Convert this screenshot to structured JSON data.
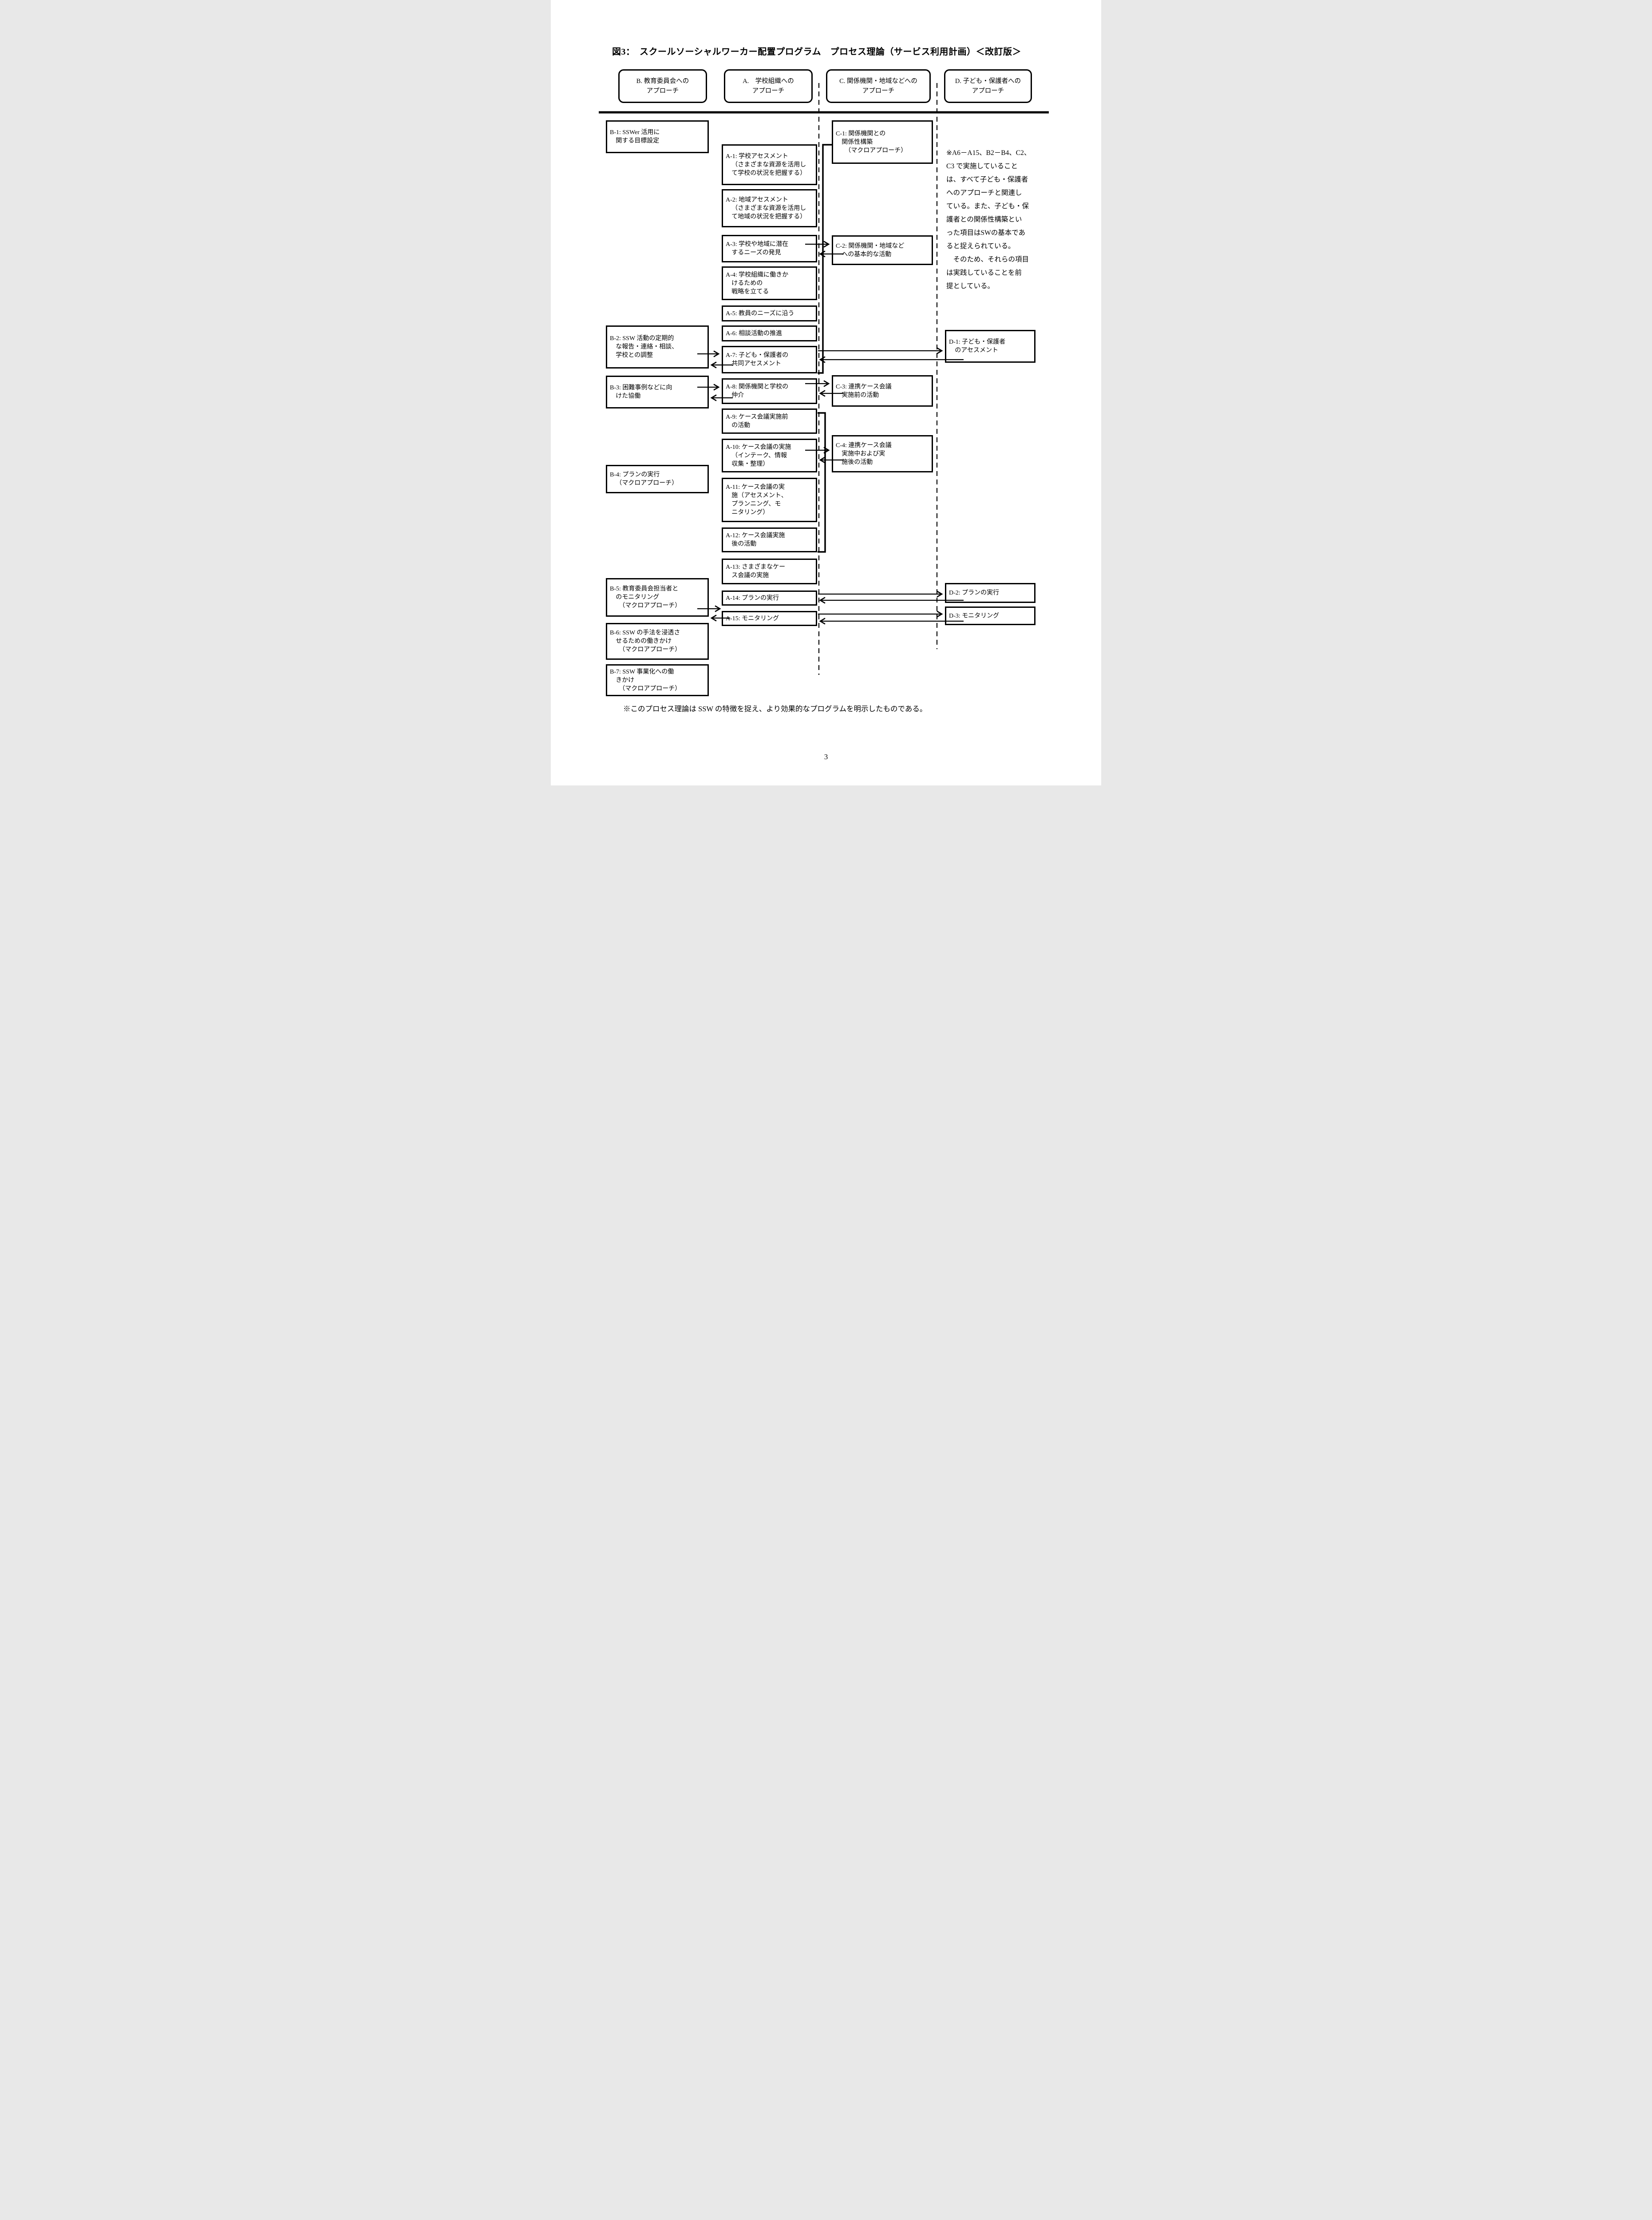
{
  "page": {
    "title": "図3：　スクールソーシャルワーカー配置プログラム　プロセス理論（サービス利用計画）＜改訂版＞",
    "footnote": "※このプロセス理論は SSW の特徴を捉え、より効果的なプログラムを明示したものである。",
    "page_number": "3"
  },
  "headers": {
    "b": {
      "line1": "B. 教育委員会への",
      "line2": "アプローチ"
    },
    "a": {
      "line1": "A.　学校組織への",
      "line2": "アプローチ"
    },
    "c": {
      "line1": "C. 関係機関・地域などへの",
      "line2": "アプローチ"
    },
    "d": {
      "line1": "D. 子ども・保護者への",
      "line2": "アプローチ"
    }
  },
  "side_note": {
    "lines": [
      "※A6－A15、B2－B4、C2、",
      "C3 で実施していること",
      "は、すべて子ども・保護者",
      "へのアプローチと関連し",
      "ている。また、子ども・保",
      "護者との関係性構築とい",
      "った項目はSWの基本であ",
      "ると捉えられている。",
      "　そのため、それらの項目",
      "は実践していることを前",
      "提としている。"
    ]
  },
  "boxes": {
    "b1": {
      "lines": [
        "B-1: SSWer 活用に",
        "関する目標設定"
      ]
    },
    "b2": {
      "lines": [
        "B-2: SSW 活動の定期的",
        "な報告・連絡・相談、",
        "学校との調整"
      ]
    },
    "b3": {
      "lines": [
        "B-3: 困難事例などに向",
        "けた協働"
      ]
    },
    "b4": {
      "lines": [
        "B-4: プランの実行",
        "（マクロアプローチ）"
      ]
    },
    "b5": {
      "lines": [
        "B-5: 教育委員会担当者と",
        "のモニタリング",
        "　（マクロアプローチ）"
      ]
    },
    "b6": {
      "lines": [
        "B-6: SSW の手法を浸透さ",
        "せるための働きかけ",
        "　（マクロアプローチ）"
      ]
    },
    "b7": {
      "lines": [
        "B-7: SSW 事業化への働",
        "きかけ",
        "　（マクロアプローチ）"
      ]
    },
    "a1": {
      "lines": [
        "A-1: 学校アセスメント",
        "（さまざまな資源を活用し",
        "て学校の状況を把握する）"
      ]
    },
    "a2": {
      "lines": [
        "A-2: 地域アセスメント",
        "（さまざまな資源を活用し",
        "て地域の状況を把握する）"
      ]
    },
    "a3": {
      "lines": [
        "A-3: 学校や地域に潜在",
        "するニーズの発見"
      ]
    },
    "a4": {
      "lines": [
        "A-4: 学校組織に働きか",
        "けるための",
        "戦略を立てる"
      ]
    },
    "a5": {
      "lines": [
        "A-5: 教員のニーズに沿う"
      ]
    },
    "a6": {
      "lines": [
        "A-6: 相談活動の推進"
      ]
    },
    "a7": {
      "lines": [
        "A-7: 子ども・保護者の",
        "共同アセスメント"
      ]
    },
    "a8": {
      "lines": [
        "A-8: 関係機関と学校の",
        "仲介"
      ]
    },
    "a9": {
      "lines": [
        "A-9: ケース会議実施前",
        "の活動"
      ]
    },
    "a10": {
      "lines": [
        "A-10: ケース会議の実施",
        "（インテーク、情報",
        "収集・整理）"
      ]
    },
    "a11": {
      "lines": [
        "A-11: ケース会議の実",
        "施（アセスメント、",
        "プランニング、モ",
        "ニタリング）"
      ]
    },
    "a12": {
      "lines": [
        "A-12: ケース会議実施",
        "後の活動"
      ]
    },
    "a13": {
      "lines": [
        "A-13: さまざまなケー",
        "ス会議の実施"
      ]
    },
    "a14": {
      "lines": [
        "A-14: プランの実行"
      ]
    },
    "a15": {
      "lines": [
        "A-15: モニタリング"
      ]
    },
    "c1": {
      "lines": [
        "C-1: 関係機関との",
        "関係性構築",
        "　（マクロアプローチ）"
      ]
    },
    "c2": {
      "lines": [
        "C-2: 関係機関・地域など",
        "への基本的な活動"
      ]
    },
    "c3": {
      "lines": [
        "C-3: 連携ケース会議",
        "実施前の活動"
      ]
    },
    "c4": {
      "lines": [
        "C-4: 連携ケース会議",
        "実施中および実",
        "施後の活動"
      ]
    },
    "d1": {
      "lines": [
        "D-1: 子ども・保護者",
        "のアセスメント"
      ]
    },
    "d2": {
      "lines": [
        "D-2: プランの実行"
      ]
    },
    "d3": {
      "lines": [
        "D-3: モニタリング"
      ]
    }
  },
  "connections": [
    {
      "from": "A-3",
      "to": "C-2",
      "bidirectional": true
    },
    {
      "from": "B-2",
      "to": "A-7",
      "bidirectional": true
    },
    {
      "from": "A-7",
      "to": "D-1",
      "bidirectional": true
    },
    {
      "from": "B-3",
      "to": "A-8",
      "bidirectional": true
    },
    {
      "from": "A-8",
      "to": "C-3",
      "bidirectional": true
    },
    {
      "from": "A-10",
      "to": "C-4",
      "bidirectional": true
    },
    {
      "from": "B-5",
      "to": "A-15",
      "bidirectional": true
    },
    {
      "from": "A-14",
      "to": "D-2",
      "bidirectional": true
    },
    {
      "from": "A-15",
      "to": "D-3",
      "bidirectional": true
    },
    {
      "from": "C-1",
      "to": "A-7",
      "bidirectional": false,
      "style": "bracket"
    },
    {
      "from": "A-9",
      "to": "A-12",
      "bidirectional": false,
      "style": "bracket"
    }
  ],
  "colors": {
    "ink": "#000000",
    "paper": "#ffffff"
  }
}
